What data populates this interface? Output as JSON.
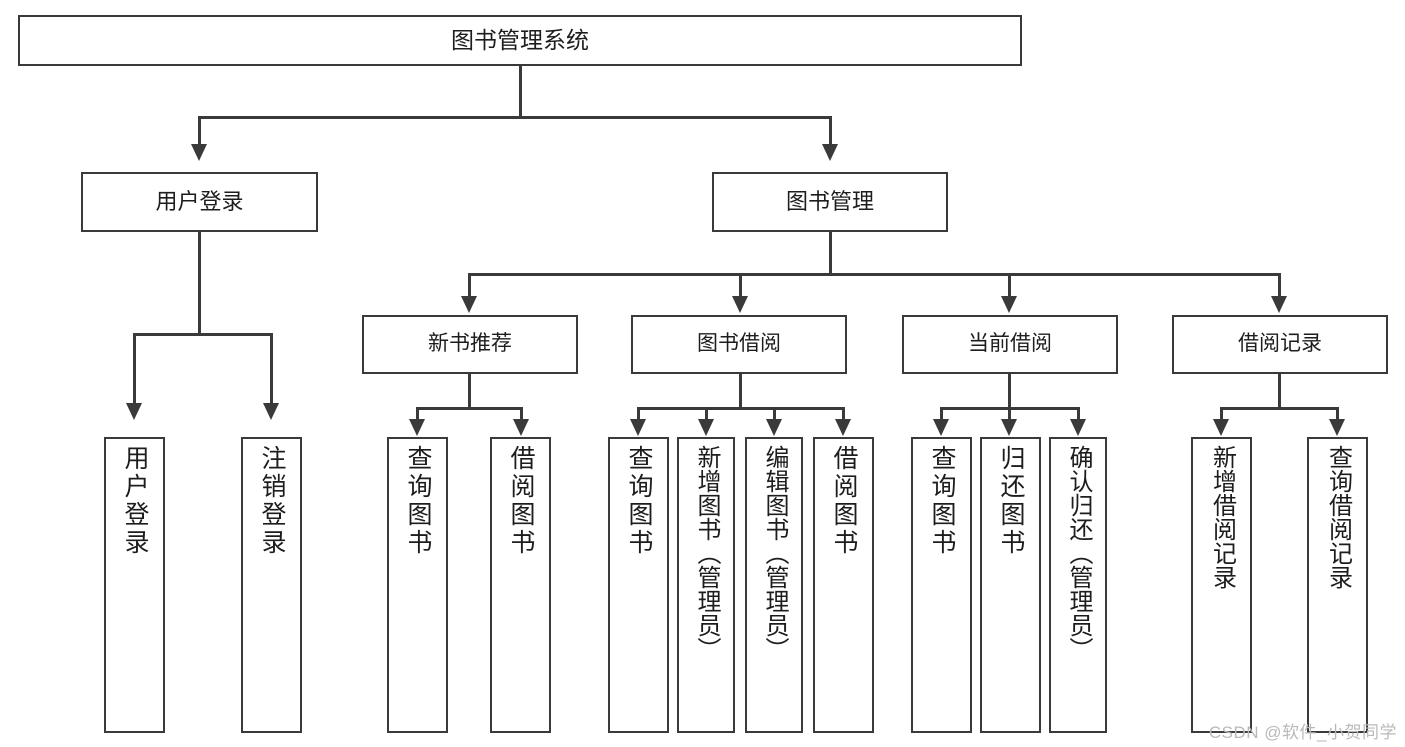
{
  "diagram": {
    "type": "tree-hierarchy-chart",
    "title": "图书管理系统",
    "orientation": "top-down",
    "colors": {
      "stroke": "#3a3a3a",
      "fill": "#ffffff",
      "text": "#1d1d1d",
      "watermark": "#b9b9b9"
    }
  },
  "root": {
    "label": "图书管理系统"
  },
  "level2": [
    {
      "label": "用户登录"
    },
    {
      "label": "图书管理"
    }
  ],
  "level3": [
    {
      "label": "新书推荐"
    },
    {
      "label": "图书借阅"
    },
    {
      "label": "当前借阅"
    },
    {
      "label": "借阅记录"
    }
  ],
  "leaves": {
    "user_login": [
      {
        "label": "用户登录"
      },
      {
        "label": "注销登录"
      }
    ],
    "new_book_recommend": [
      {
        "label": "查询图书"
      },
      {
        "label": "借阅图书"
      }
    ],
    "book_borrow": [
      {
        "label": "查询图书"
      },
      {
        "label": "新增图书（管理员）"
      },
      {
        "label": "编辑图书（管理员）"
      },
      {
        "label": "借阅图书"
      }
    ],
    "current_borrow": [
      {
        "label": "查询图书"
      },
      {
        "label": "归还图书"
      },
      {
        "label": "确认归还（管理员）"
      }
    ],
    "borrow_record": [
      {
        "label": "新增借阅记录"
      },
      {
        "label": "查询借阅记录"
      }
    ]
  },
  "watermark": {
    "text": "CSDN @软件_小贺同学"
  }
}
